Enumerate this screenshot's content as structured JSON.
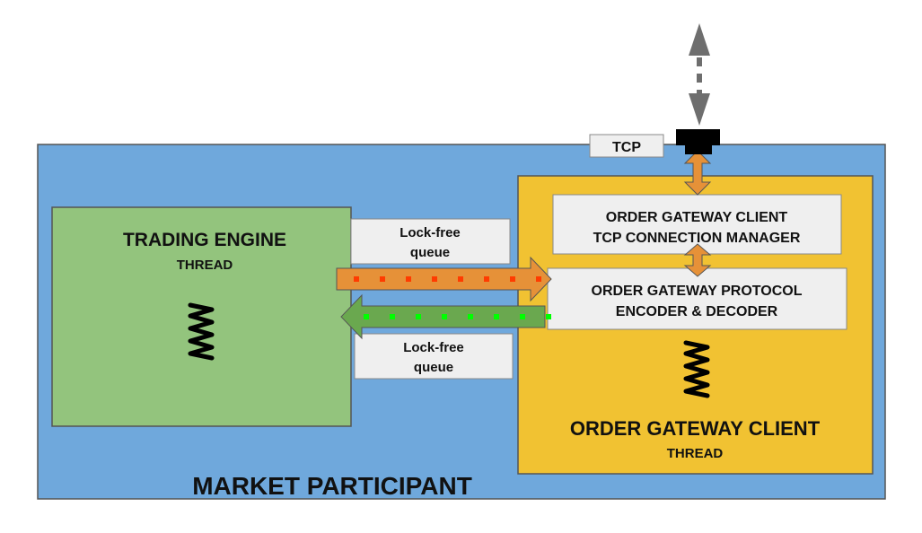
{
  "market_participant": {
    "title": "MARKET PARTICIPANT",
    "color": "#6fa8dc"
  },
  "trading_engine": {
    "title": "TRADING ENGINE",
    "subtitle": "THREAD",
    "thread_icon": "spring-icon",
    "color": "#93c47d"
  },
  "order_gateway_client": {
    "title": "ORDER GATEWAY CLIENT",
    "subtitle": "THREAD",
    "thread_icon": "spring-icon",
    "color": "#f1c232"
  },
  "tcp_connection_manager": {
    "line1": "ORDER GATEWAY CLIENT",
    "line2": "TCP CONNECTION MANAGER"
  },
  "protocol_codec": {
    "line1": "ORDER GATEWAY PROTOCOL",
    "line2": "ENCODER & DECODER"
  },
  "queue_out": {
    "line1": "Lock-free",
    "line2": "queue",
    "arrow_color": "#e69138",
    "dot_color": "#ff3b00"
  },
  "queue_in": {
    "line1": "Lock-free",
    "line2": "queue",
    "arrow_color": "#6aa84f",
    "dot_color": "#00ff00"
  },
  "tcp": {
    "label": "TCP"
  }
}
